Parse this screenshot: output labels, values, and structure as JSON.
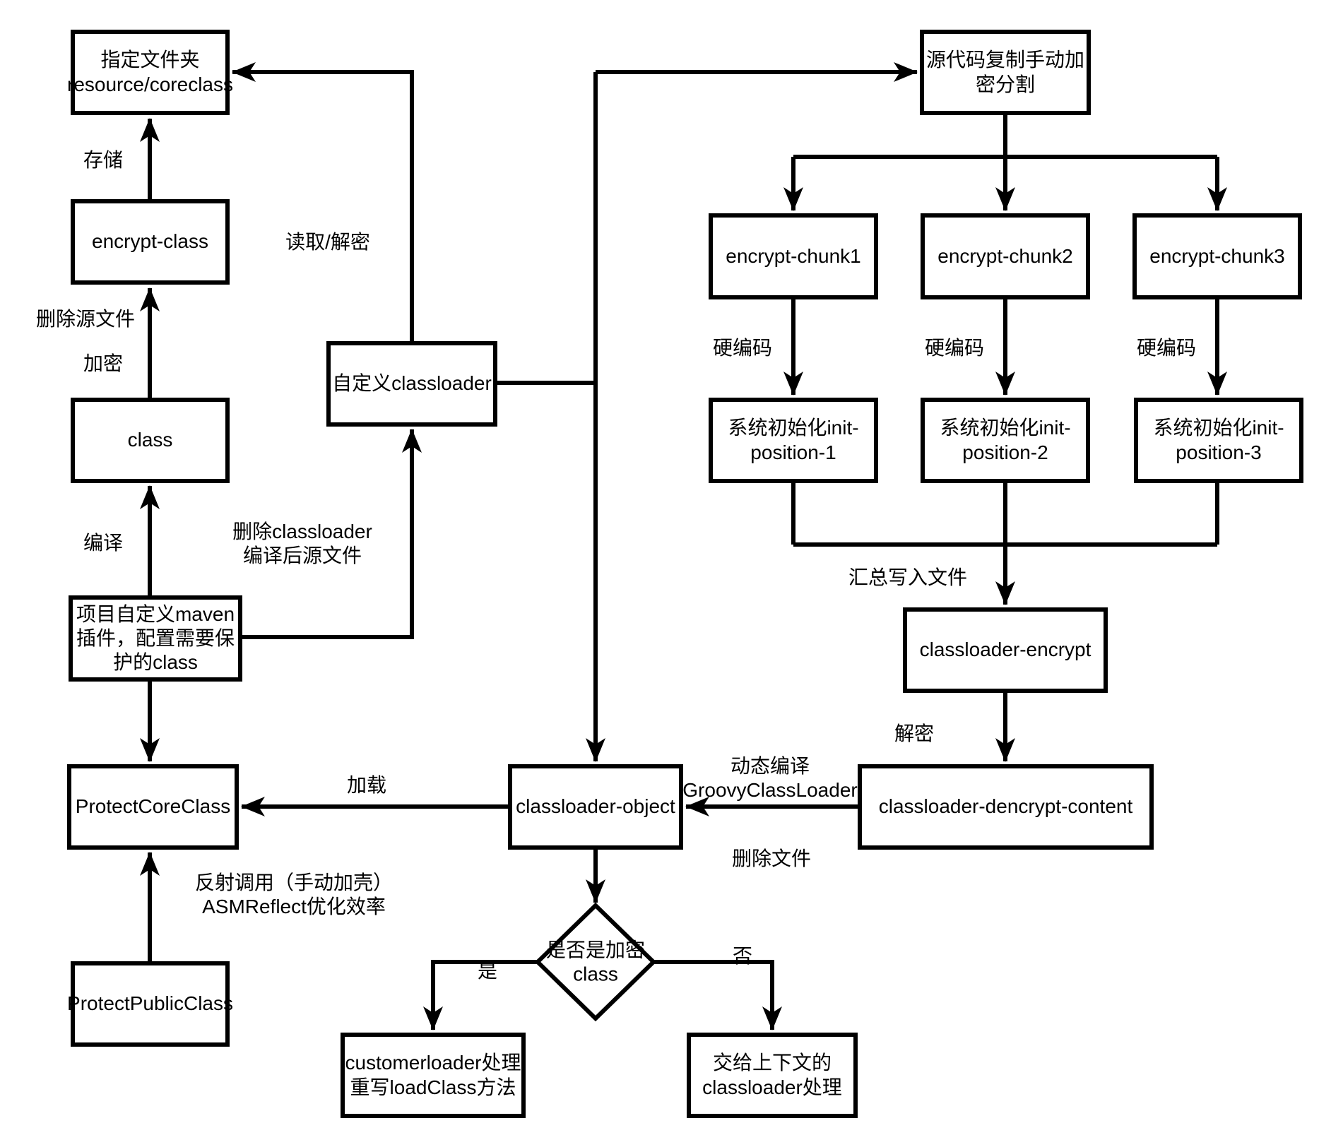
{
  "diagram": {
    "colors": {
      "stroke": "#000000",
      "background": "#ffffff",
      "box_fill": "#ffffff"
    },
    "boxes": {
      "folder": "指定文件夹\nresource/coreclass",
      "encrypt_class": "encrypt-class",
      "class": "class",
      "maven_plugin": "项目自定义maven\n插件，配置需要保\n护的class",
      "protect_core": "ProtectCoreClass",
      "protect_public": "ProtectPublicClass",
      "custom_classloader": "自定义classloader",
      "classloader_object": "classloader-object",
      "source_split": "源代码复制手动加\n密分割",
      "chunk1": "encrypt-chunk1",
      "chunk2": "encrypt-chunk2",
      "chunk3": "encrypt-chunk3",
      "init1": "系统初始化init-\nposition-1",
      "init2": "系统初始化init-\nposition-2",
      "init3": "系统初始化init-\nposition-3",
      "classloader_encrypt": "classloader-encrypt",
      "dencrypt_content": "classloader-dencrypt-content",
      "customerloader": "customerloader处理\n重写loadClass方法",
      "context_classloader": "交给上下文的\nclassloader处理"
    },
    "decision": "是否是加密\nclass",
    "labels": {
      "store": "存储",
      "read_decrypt": "读取/解密",
      "delete_source": "删除源文件",
      "encrypt": "加密",
      "compile": "编译",
      "delete_classloader_source": "删除classloader\n编译后源文件",
      "reflect_call": "反射调用（手动加壳）\nASMReflect优化效率",
      "load": "加载",
      "hardcode": [
        "硬编码",
        "硬编码",
        "硬编码"
      ],
      "aggregate_write": "汇总写入文件",
      "decrypt": "解密",
      "dynamic_compile": "动态编译\nGroovyClassLoader",
      "delete_file": "删除文件",
      "yes": "是",
      "no": "否"
    }
  }
}
